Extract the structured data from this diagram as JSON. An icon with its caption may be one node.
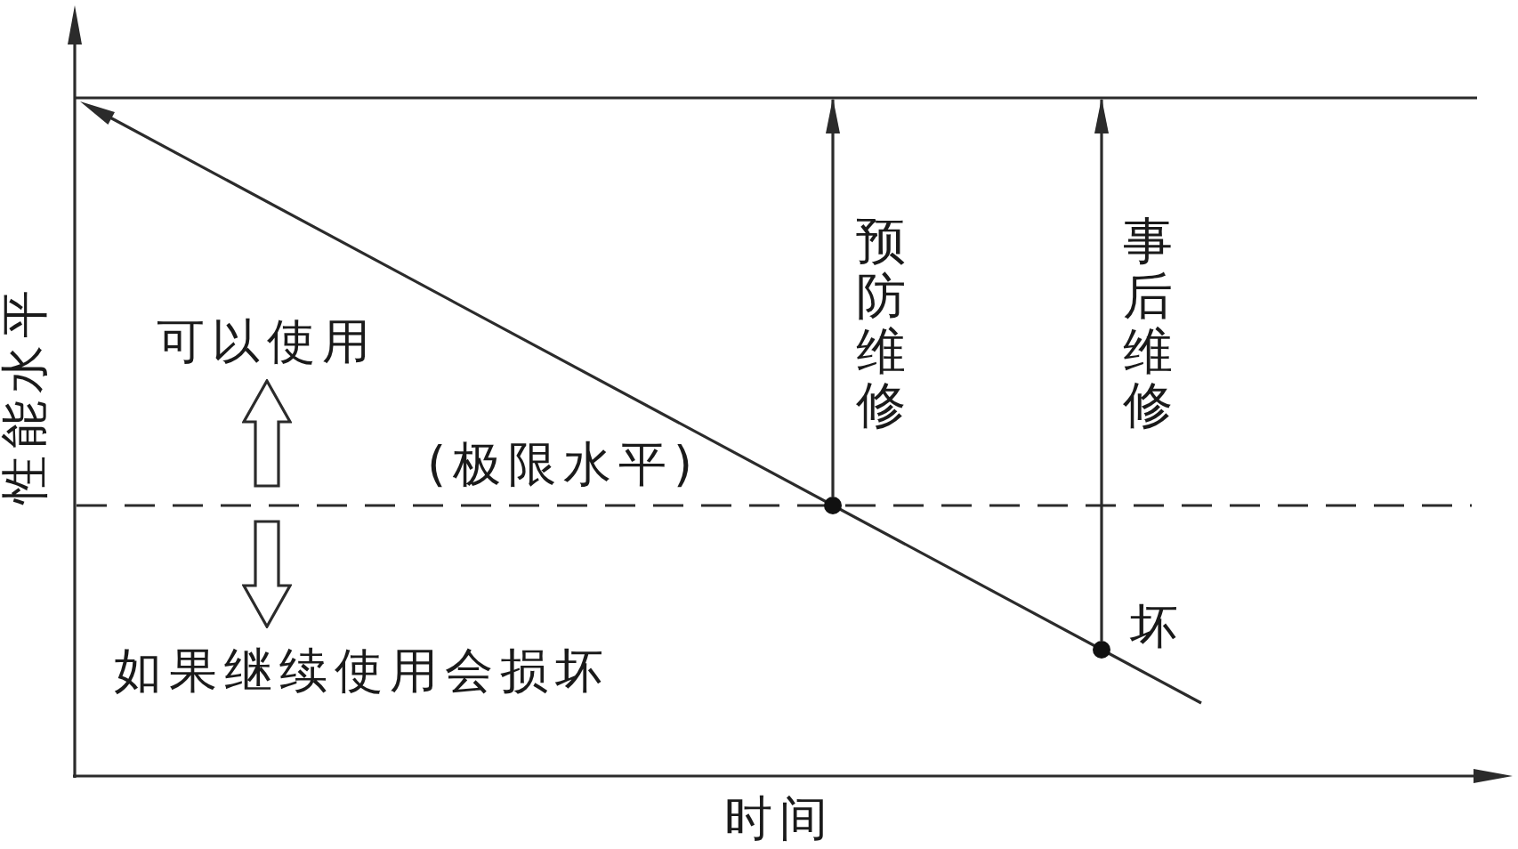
{
  "diagram": {
    "nodes": [
      {
        "text": [],
        "shape": "circle"
      },
      {
        "text": [],
        "shape": "circle",
        "beside": [
          "坏"
        ]
      }
    ],
    "edges": [
      {
        "from": 0,
        "to": null,
        "arrow": "to",
        "label": "预防维修"
      },
      {
        "from": 1,
        "to": null,
        "arrow": "to",
        "label": "事后维修"
      }
    ],
    "labels": [
      "性能水平",
      "可以使用",
      "(极限水平)",
      "如果继续使用会损坏",
      "时间"
    ]
  }
}
